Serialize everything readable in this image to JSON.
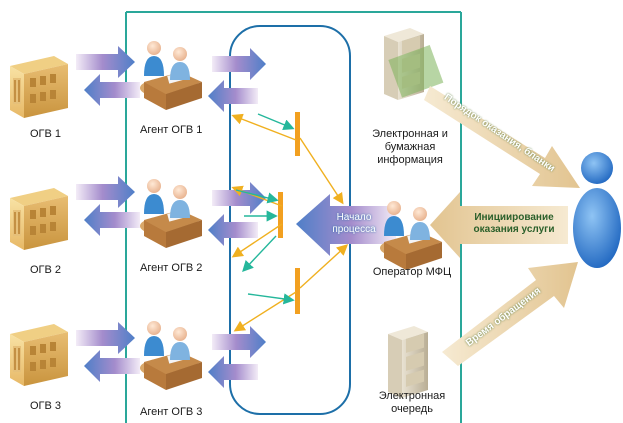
{
  "colors": {
    "frame": "#2aa79a",
    "process_box": "#1d6fa8",
    "arrow_blue": "#5e88c8",
    "arrow_violet": "#9a7cc4",
    "bar_orange": "#f2a020",
    "line_green": "#25b79b",
    "line_yellow": "#f0c030",
    "beige_arrow": "#ead3a8",
    "user_blue": "#2f7ed8"
  },
  "icons": {
    "building": "building-icon",
    "agent": "agent-at-desk-icon",
    "cabinet": "filing-cabinet-icon",
    "user": "user-icon"
  },
  "ogv": [
    {
      "label": "ОГВ 1"
    },
    {
      "label": "ОГВ 2"
    },
    {
      "label": "ОГВ 3"
    }
  ],
  "agents": [
    {
      "label": "Агент ОГВ 1"
    },
    {
      "label": "Агент ОГВ 2"
    },
    {
      "label": "Агент ОГВ 3"
    }
  ],
  "info": {
    "line1": "Электронная и",
    "line2": "бумажная",
    "line3": "информация"
  },
  "operator": {
    "label": "Оператор МФЦ"
  },
  "queue": {
    "line1": "Электронная",
    "line2": "очередь"
  },
  "process_start": {
    "line1": "Начало",
    "line2": "процесса"
  },
  "arrows": {
    "order": "Порядок оказания, бланки",
    "initiation_line1": "Инициирование",
    "initiation_line2": "оказания услуги",
    "time": "Время обращения"
  }
}
